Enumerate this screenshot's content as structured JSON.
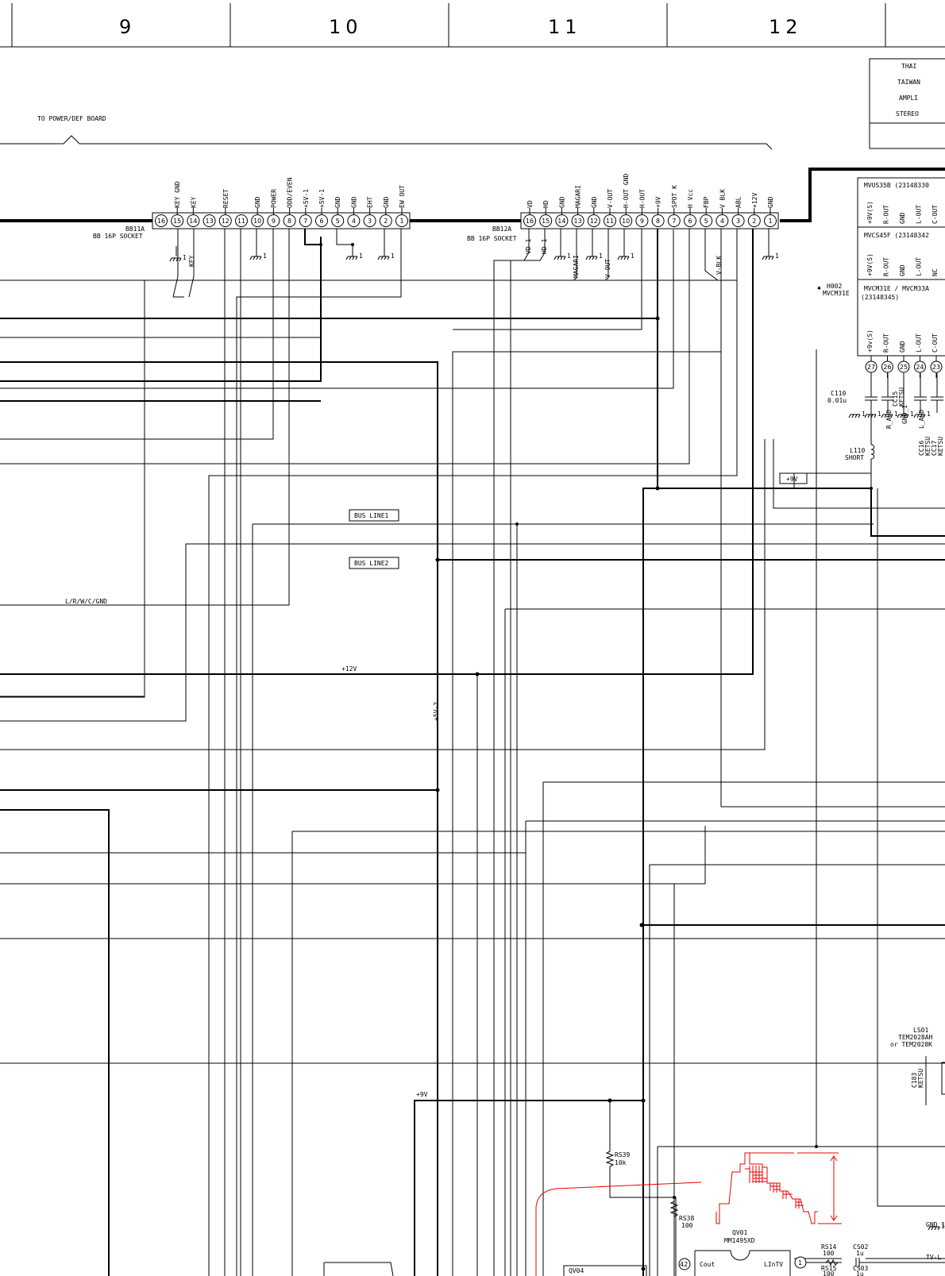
{
  "grid_columns": [
    "9",
    "10",
    "11",
    "12"
  ],
  "top_right_table": [
    "THAI",
    "TAIWAN",
    "AMPLI",
    "STEREO"
  ],
  "power_board_label": "TO POWER/DEF BOARD",
  "connector_bb11a": {
    "name": "BB11A",
    "type": "BB 16P SOCKET",
    "pins": [
      {
        "n": "16",
        "label": ""
      },
      {
        "n": "15",
        "label": "KEY GND"
      },
      {
        "n": "14",
        "label": "KEY"
      },
      {
        "n": "13",
        "label": ""
      },
      {
        "n": "12",
        "label": "RESET"
      },
      {
        "n": "11",
        "label": ""
      },
      {
        "n": "10",
        "label": "GND"
      },
      {
        "n": "9",
        "label": "POWER"
      },
      {
        "n": "8",
        "label": "ODD/EVEN"
      },
      {
        "n": "7",
        "label": "+5V-1"
      },
      {
        "n": "6",
        "label": "+5V-1"
      },
      {
        "n": "5",
        "label": "GND"
      },
      {
        "n": "4",
        "label": "GND"
      },
      {
        "n": "3",
        "label": "EHT"
      },
      {
        "n": "2",
        "label": "GND"
      },
      {
        "n": "1",
        "label": "EW OUT"
      }
    ]
  },
  "connector_bb12a": {
    "name": "BB12A",
    "type": "BB 16P SOCKET",
    "pins": [
      {
        "n": "16",
        "label": "VD"
      },
      {
        "n": "15",
        "label": "HD"
      },
      {
        "n": "14",
        "label": "GND"
      },
      {
        "n": "13",
        "label": "MAGARI"
      },
      {
        "n": "12",
        "label": "GND"
      },
      {
        "n": "11",
        "label": "V-OUT"
      },
      {
        "n": "10",
        "label": "H-OUT GND"
      },
      {
        "n": "9",
        "label": "H-OUT"
      },
      {
        "n": "8",
        "label": "+9V"
      },
      {
        "n": "7",
        "label": "SPOT K"
      },
      {
        "n": "6",
        "label": "H Vcc"
      },
      {
        "n": "5",
        "label": "FBP"
      },
      {
        "n": "4",
        "label": "V BLK"
      },
      {
        "n": "3",
        "label": "ABL"
      },
      {
        "n": "2",
        "label": "+12V"
      },
      {
        "n": "1",
        "label": "GND"
      }
    ]
  },
  "net_labels": {
    "key": "KEY",
    "vd1": "VD-1",
    "hd1": "HD-1",
    "magari": "MAGARI",
    "vout": "V-OUT",
    "vblk": "V-BLK",
    "ground": "1",
    "bus_line1": "BUS LINE1",
    "bus_line2": "BUS LINE2",
    "lrwc": "L/R/W/C/GND",
    "plus12v": "+12V",
    "plus5v2": "+5V-2",
    "plus9v_mid": "+9V",
    "plus9v_bottom": "+9V"
  },
  "modules": {
    "mvus35b": {
      "title": "MVUS35B (23148330",
      "pins": [
        "+9V(S)",
        "R-OUT",
        "GND",
        "L-OUT",
        "C-OUT"
      ]
    },
    "mvcs45f": {
      "title": "MVCS45F (23148342",
      "pins": [
        "+9V(S)",
        "R-OUT",
        "GND",
        "L-OUT",
        "NC"
      ]
    },
    "mvcm31e": {
      "title": "MVCM31E / MVCM33A",
      "title2": "(23148345)",
      "pins": [
        "+9v(S)",
        "R-OUT",
        "GND",
        "L-OUT",
        "C-OUT"
      ]
    },
    "h002": {
      "ref": "H002",
      "part": "MVCM31E"
    },
    "module_pins": [
      "27",
      "26",
      "25",
      "24",
      "23"
    ]
  },
  "components": {
    "c110": {
      "ref": "C110",
      "value": "0.01u"
    },
    "cc15": {
      "ref": "CC15",
      "value": "KETSU"
    },
    "cc16": {
      "ref": "CC16",
      "value": "KETSU"
    },
    "cc17": {
      "ref": "CC17",
      "value": "KETSU"
    },
    "raud": "R_AUD",
    "laud": "L_AUD",
    "gnd1": "GND_1",
    "l110": {
      "ref": "L110",
      "value": "SHORT"
    },
    "rs39": {
      "ref": "RS39",
      "value": "10k"
    },
    "rs38": {
      "ref": "RS38",
      "value": "100"
    },
    "qv01": {
      "ref": "QV01",
      "part": "MM1495XD",
      "pin42": "42",
      "cout": "Cout",
      "lintv": "LInTV",
      "pin1": "1"
    },
    "qv04": {
      "ref": "QV04"
    },
    "rs14": {
      "ref": "RS14",
      "value": "100"
    },
    "rs15": {
      "ref": "RS15",
      "value": "100"
    },
    "cs02": {
      "ref": "CS02",
      "value": "1u"
    },
    "cs03": {
      "ref": "CS03",
      "value": "1u"
    },
    "ls01": {
      "ref": "LS01",
      "part": "TEM2028AH",
      "alt": "or TEM2028K"
    },
    "c183": {
      "ref": "C183",
      "value": "KETSU"
    },
    "gnd_1": "GND_1",
    "tvl": "TV-L"
  }
}
